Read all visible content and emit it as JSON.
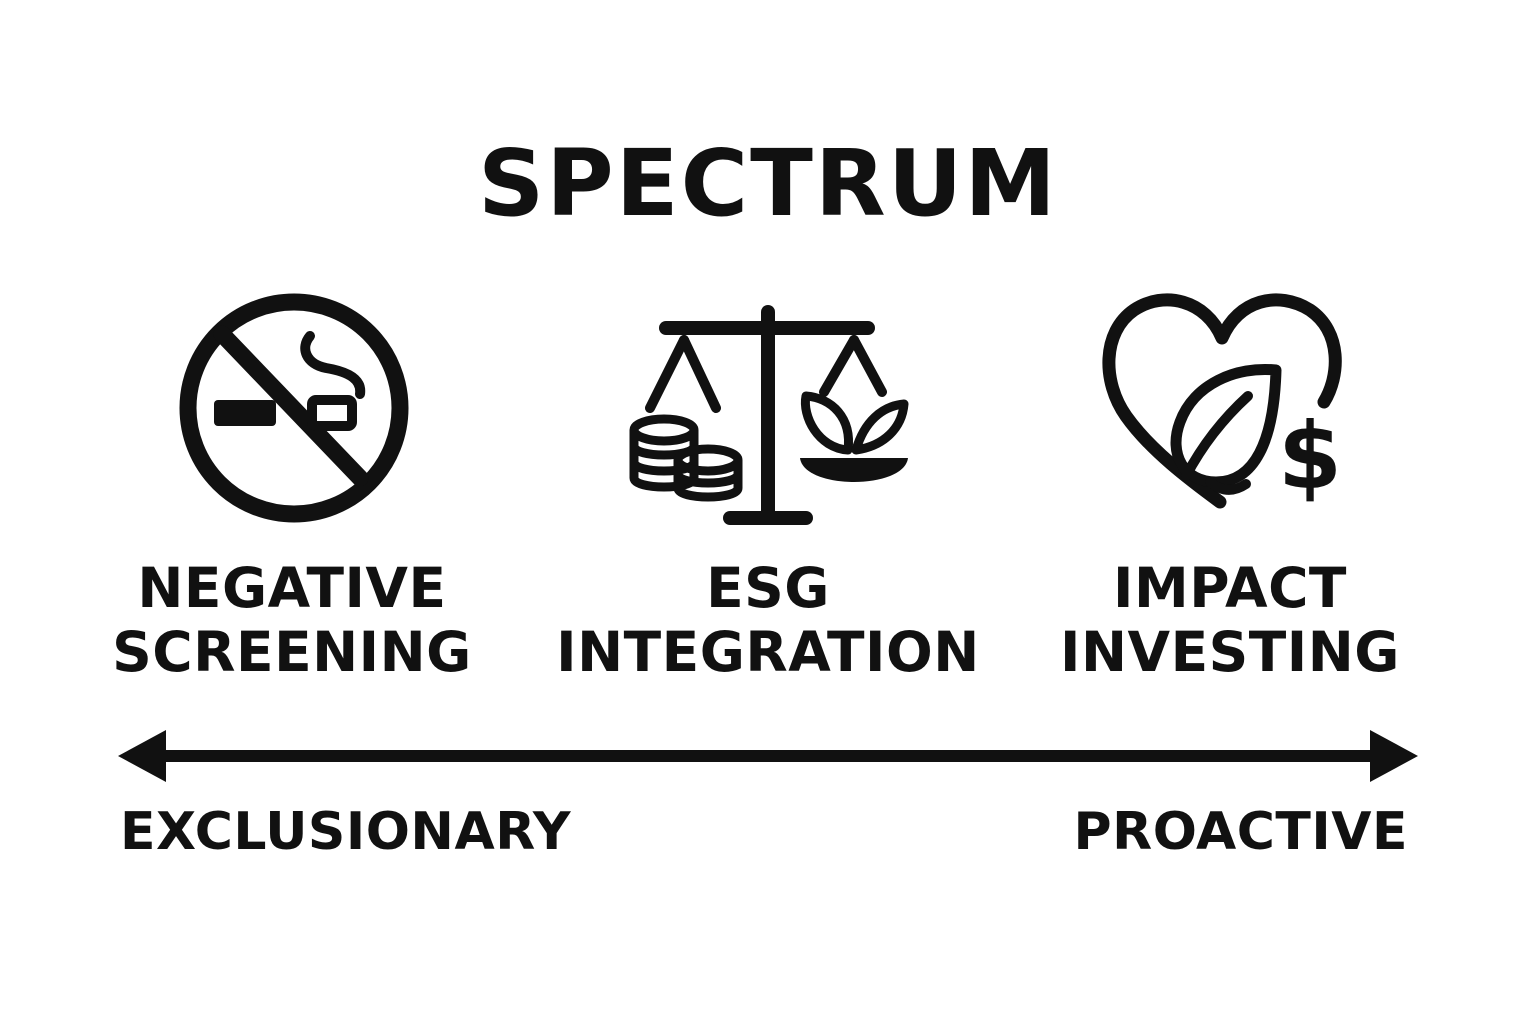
{
  "title": "SPECTRUM",
  "stages": [
    {
      "icon": "no-smoking-icon",
      "line1": "NEGATIVE",
      "line2": "SCREENING"
    },
    {
      "icon": "balance-scale-coins-leaf-icon",
      "line1": "ESG",
      "line2": "INTEGRATION"
    },
    {
      "icon": "heart-leaf-dollar-icon",
      "line1": "IMPACT",
      "line2": "INVESTING"
    }
  ],
  "axis": {
    "left_label": "EXCLUSIONARY",
    "right_label": "PROACTIVE",
    "direction": "bidirectional"
  },
  "colors": {
    "ink": "#111111",
    "background": "#ffffff"
  }
}
